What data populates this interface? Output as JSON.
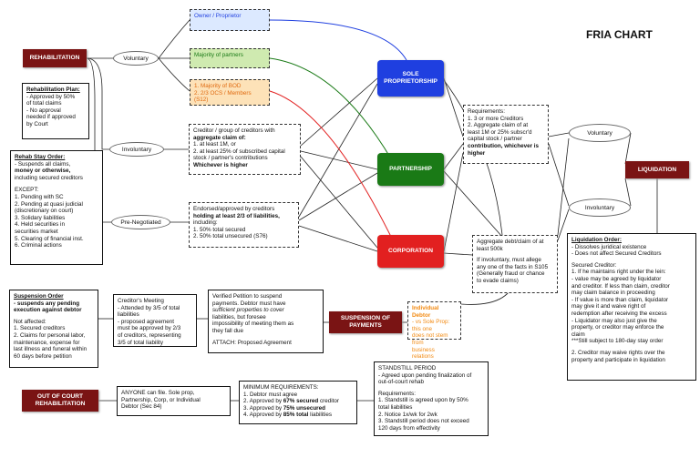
{
  "chart_title": "FRIA CHART",
  "rehabilitation": {
    "label": "REHABILITATION",
    "plan": {
      "title": "Rehabilitation Plan:",
      "lines": [
        "- Approved by 50%",
        "of total claims",
        "- No approval",
        "needed if approved",
        "by Court"
      ]
    },
    "stay_order": {
      "title": "Rehab Stay Order:",
      "line1": "- Suspends all claims,",
      "line2": "money or otherwise,",
      "line3": "including secured creditors",
      "except_label": "EXCEPT:",
      "exceptions": [
        "1. Pending with SC",
        "2. Pending at quasi judicial",
        "(discretionary on court)",
        "3. Solidary liabilities",
        "4. Held securities in",
        "securities market",
        "5. Clearing of financial inst.",
        "6. Criminal actions"
      ]
    },
    "modes": {
      "voluntary": "Voluntary",
      "involuntary": "Involuntary",
      "pre_negotiated": "Pre-Negotiated"
    },
    "voluntary_options": {
      "owner": "Owner / Proprietor",
      "partners": "Majority of partners",
      "corporate": [
        "1. Majority of BOD",
        "2. 2/3 OCS / Members",
        "(S12)"
      ]
    },
    "involuntary_box": {
      "line1": "Creditor / group of creditors with",
      "line2": "aggregate claim of:",
      "line3": "1. at least 1M, or",
      "line4": "2. at least 25% of subscribed capital",
      "line5": "stock / partner's contributions",
      "line6": "Whichever is higher"
    },
    "pre_negotiated_box": {
      "line1": "Endorsed/approved by creditors",
      "line2": "holding at least 2/3 of liabilities,",
      "line3": "including:",
      "line4": "1. 50% total secured",
      "line5": "2. 50% total unsecured (S76)"
    }
  },
  "entities": {
    "sole": "SOLE\nPROPRIETORSHIP",
    "partnership": "PARTNERSHIP",
    "corporation": "CORPORATION"
  },
  "liquidation": {
    "label": "LIQUIDATION",
    "voluntary": "Voluntary",
    "involuntary": "Involuntary",
    "requirements": {
      "title": "Requirements:",
      "line1": "1. 3 or more Creditors",
      "line2": "2. Aggregate claim of at",
      "line3": "least 1M or  25% subscr'd",
      "line4": "capital stock / partner",
      "line5": "contribution, whichever is",
      "line6": "higher"
    },
    "debt_box": {
      "lines": [
        "Aggregate debt/claim of at",
        "least 500k",
        "",
        "If involuntary, must allege",
        "any one of the facts in S105",
        "(Generally fraud or chance",
        "to evade claims)"
      ]
    },
    "order": {
      "title": "Liquidation Order:",
      "lines": [
        "- Dissolves juridical existence",
        "- Does not affect Secured Creditors",
        "",
        "Secured Creditor:",
        "1. If he maintains right under the lein:",
        "- value may be agreed by liquidator",
        "and creditor. If less than claim, creditor",
        "may claim balance in proceeding",
        "- If value is more than claim, liquidator",
        "may give it and waive right of",
        "redemption after receiving the excess",
        "- Liquidator may also just give the",
        "property, or creditor may enforce the",
        "claim",
        "***Still subject to 180-day stay order",
        "",
        "2. Creditor may waive rights over the",
        "property and participate in liquidation"
      ]
    }
  },
  "suspension": {
    "label": "SUSPENSION OF\nPAYMENTS",
    "individual": {
      "title": "Individual Debtor",
      "lines": [
        "- vs Sole Prop: this one",
        "does not stem from",
        "business relations"
      ]
    },
    "verified": {
      "line1": "Verified Petition to suspend",
      "line2": "payments. Debtor must have",
      "line3": "sufficient properties to cover",
      "line4": "liabilities, but foresee",
      "line5": "impossibility of meeting them as",
      "line6": "they fall due",
      "line7": "",
      "line8": "ATTACH: Proposed Agreement"
    },
    "meeting": {
      "title": "Creditor's Meeting",
      "lines": [
        "- Attended by 3/5 of total",
        "liabilities",
        "- proposed agreement",
        "must be approved by 2/3",
        "of creditors, representing",
        "3/5 of total liability"
      ]
    },
    "order": {
      "title": "Suspension Order",
      "line1": "- suspends any pending",
      "line2": "execution against debtor",
      "line3": "",
      "line4": "Not affected:",
      "items": [
        "1. Secured creditors",
        "2. Claims for personal labor,",
        "maintenance, expense for",
        "last illness and funeral within",
        "60 days before petition"
      ]
    }
  },
  "out_of_court": {
    "label": "OUT OF COURT\nREHABILITATION",
    "anyone": [
      "ANYONE can file. Sole prop,",
      "Partnership, Corp, or Individual",
      "Debtor (Sec 84)"
    ],
    "minimum": {
      "title": "MINIMUM REQUIREMENTS:",
      "line1": "1. Debtor must agree",
      "r2a": "2. Approved by ",
      "r2b": "67% secured",
      "r2c": " creditor",
      "r3a": "3. Approved by ",
      "r3b": "75% unsecured",
      "r4a": "4. Approved by ",
      "r4b": "85% total",
      "r4c": " liabilities"
    },
    "standstill": {
      "lines": [
        "STANDSTILL PERIOD",
        "- Agreed upon pending finalization of",
        "out-of-court rehab",
        "",
        "Requirements:",
        "1. Standstill is agreed upon by 50%",
        "total liabilities",
        "2. Notice 1x/wk for 2wk",
        "3. Standstill period does not exceed",
        "120 days from effectivity"
      ]
    }
  },
  "colors": {
    "maroon": "#7a1414",
    "sole_blue": "#1f3fe0",
    "partnership_green": "#1a7a16",
    "corporation_red": "#e22020",
    "owner_fill": "#dce9ff",
    "partners_fill": "#cfeab0",
    "corporate_fill": "#fde2b8",
    "individual_orange": "#f28a12"
  }
}
